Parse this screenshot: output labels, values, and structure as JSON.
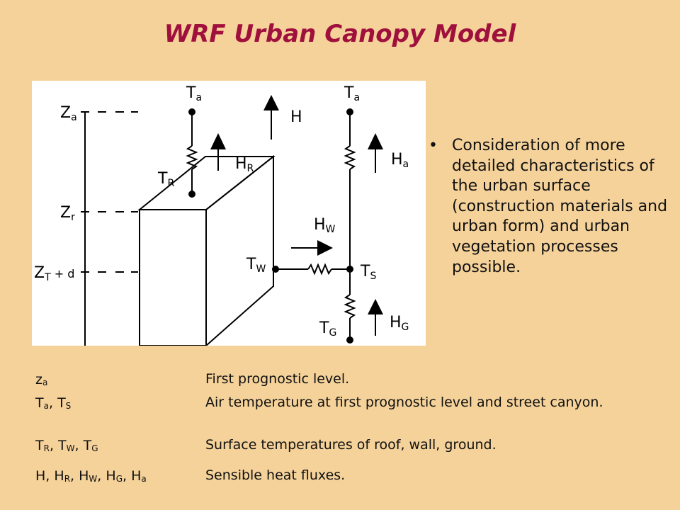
{
  "title": "WRF Urban Canopy Model",
  "bullet": "Consideration of more detailed characteristics of the urban surface (construction materials and urban form) and urban vegetation processes possible.",
  "diagram": {
    "level_za": "Z",
    "level_za_sub": "a",
    "level_zr": "Z",
    "level_zr_sub": "r",
    "level_zt": "Z",
    "level_zt_sub": "T",
    "level_zt_suffix": " + d",
    "ta_left": "T",
    "ta_left_sub": "a",
    "ta_right": "T",
    "ta_right_sub": "a",
    "tr": "T",
    "tr_sub": "R",
    "tw": "T",
    "tw_sub": "W",
    "ts": "T",
    "ts_sub": "S",
    "tg": "T",
    "tg_sub": "G",
    "h": "H",
    "hr": "H",
    "hr_sub": "R",
    "hw": "H",
    "hw_sub": "W",
    "ha": "H",
    "ha_sub": "a",
    "hg": "H",
    "hg_sub": "G"
  },
  "legend": [
    {
      "symbol": [
        [
          "z",
          "a"
        ]
      ],
      "description": "First prognostic level."
    },
    {
      "symbol": [
        [
          "T",
          "a"
        ],
        [
          "T",
          "S"
        ]
      ],
      "description": "Air temperature at first prognostic level and street canyon."
    },
    {
      "symbol": [
        [
          "T",
          "R"
        ],
        [
          "T",
          "W"
        ],
        [
          "T",
          "G"
        ]
      ],
      "description": "Surface temperatures of roof, wall, ground."
    },
    {
      "symbol": [
        [
          "H",
          ""
        ],
        [
          "H",
          "R"
        ],
        [
          "H",
          "W"
        ],
        [
          "H",
          "G"
        ],
        [
          "H",
          "a"
        ]
      ],
      "description": "Sensible heat fluxes."
    }
  ]
}
